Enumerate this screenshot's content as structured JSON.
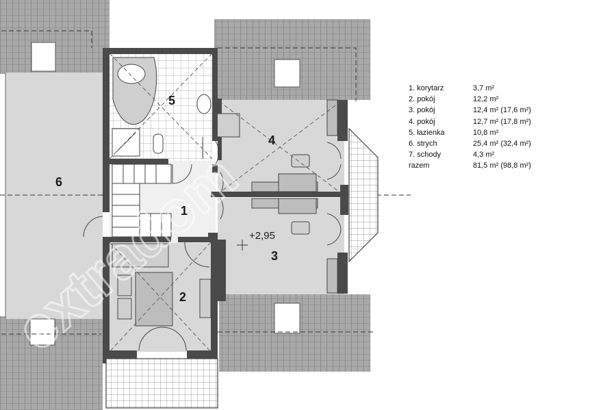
{
  "rooms": [
    {
      "num": "1"
    },
    {
      "num": "2"
    },
    {
      "num": "3"
    },
    {
      "num": "4"
    },
    {
      "num": "5"
    },
    {
      "num": "6"
    }
  ],
  "level_mark": "+2,95",
  "watermark": "extradom",
  "legend": [
    {
      "label": "1. korytarz",
      "area": "3,7 m²"
    },
    {
      "label": "2. pokój",
      "area": "12,2 m²"
    },
    {
      "label": "3. pokój",
      "area": "12,4 m² (17,6 m²)"
    },
    {
      "label": "4. pokój",
      "area": "12,7 m² (17,8 m²)"
    },
    {
      "label": "5. łazienka",
      "area": "10,8 m²"
    },
    {
      "label": "6. strych",
      "area": "25,4 m² (32,4 m²)"
    },
    {
      "label": "7. schody",
      "area": "4,3 m²"
    },
    {
      "label": "razem",
      "area": "81,5 m² (98,8 m²)"
    }
  ],
  "colors": {
    "wall": "#4a4a4a",
    "floor": "#d8d8d8",
    "corridor": "#f0f0f0",
    "roof": "#a9a9a9",
    "tile": "#ffffff",
    "furniture": "#bdbdbd"
  }
}
